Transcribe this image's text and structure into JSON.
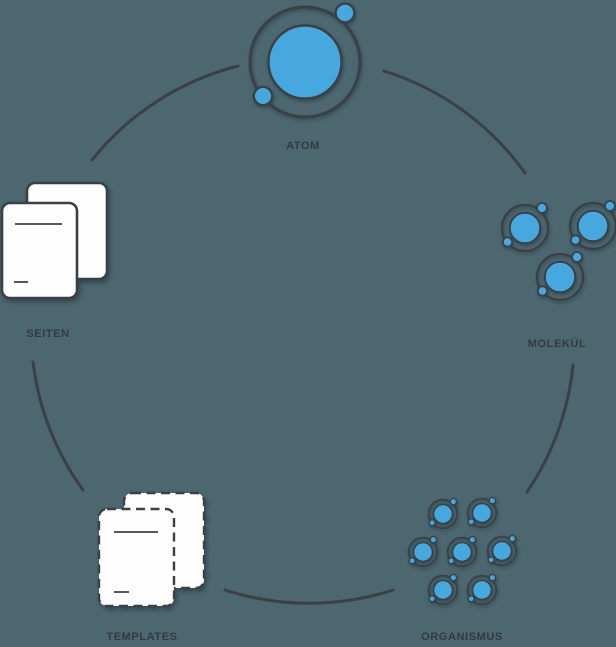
{
  "colors": {
    "background": "#4c6770",
    "outline": "#3a4046",
    "accent_blue": "#47a8e0",
    "page_fill": "#fefefe",
    "page_line": "#53595f",
    "label_text": "#343a40"
  },
  "stages": [
    {
      "id": "atom",
      "label": "ATOM",
      "icon": "atom-icon"
    },
    {
      "id": "molekuel",
      "label": "MOLEKÜL",
      "icon": "molecule-icon"
    },
    {
      "id": "organismus",
      "label": "ORGANISMUS",
      "icon": "organism-icon"
    },
    {
      "id": "templates",
      "label": "TEMPLATES",
      "icon": "templates-pages-icon"
    },
    {
      "id": "seiten",
      "label": "SEITEN",
      "icon": "pages-icon"
    }
  ]
}
